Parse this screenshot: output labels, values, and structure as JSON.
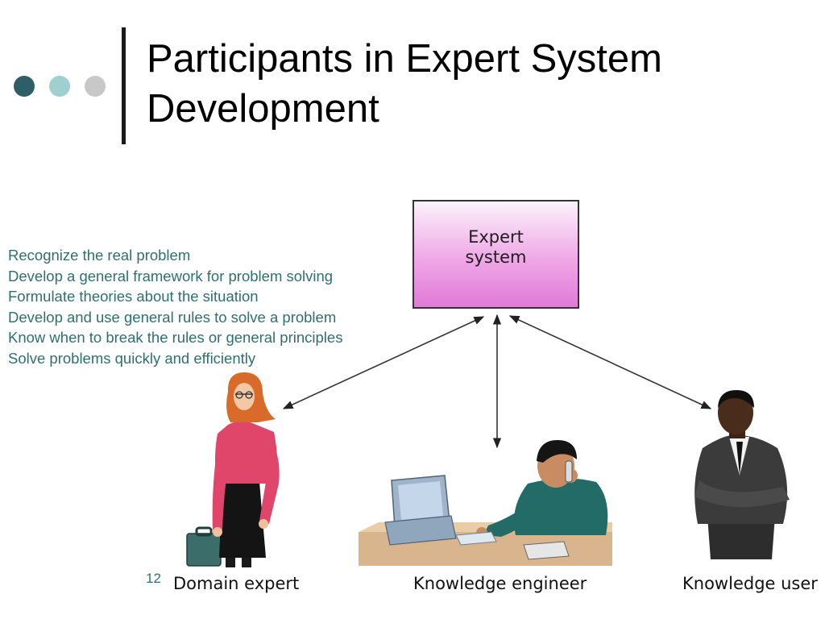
{
  "slide": {
    "title_line1": "Participants in Expert System",
    "title_line2": "Development",
    "page_number": "12"
  },
  "bullets": [
    "Recognize the real problem",
    "Develop a general framework for problem solving",
    "Formulate theories about the situation",
    "Develop and use general rules to solve a problem",
    "Know when to break the rules or general principles",
    "Solve problems quickly and efficiently"
  ],
  "diagram": {
    "expert_system_label": "Expert\nsystem",
    "domain_expert_label": "Domain expert",
    "knowledge_engineer_label": "Knowledge engineer",
    "knowledge_user_label": "Knowledge user"
  },
  "colors": {
    "dot_dark": "#2f5f66",
    "dot_light": "#9fcfcf",
    "dot_gray": "#c8c8c8",
    "divider": "#1a1a1a",
    "bullet_text": "#2f6f6f",
    "accent_pink": "#e07ad8"
  },
  "icons": [
    "domain-expert-figure",
    "knowledge-engineer-figure",
    "computer-icon",
    "telephone-icon",
    "knowledge-user-figure"
  ]
}
